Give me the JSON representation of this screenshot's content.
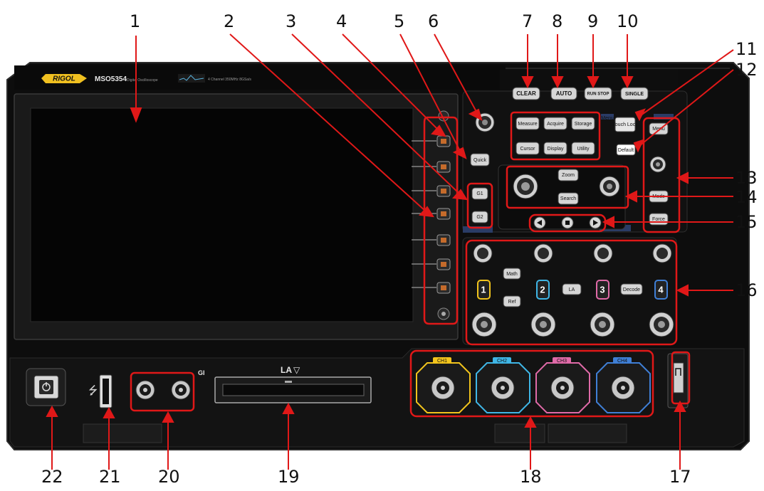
{
  "brand": {
    "logo_text": "RIGOL",
    "model": "MSO5354",
    "tagline": "Digital Oscilloscope",
    "channels_text": "4 Channel 350MHz 8GSa/s"
  },
  "callouts": [
    "1",
    "2",
    "3",
    "4",
    "5",
    "6",
    "7",
    "8",
    "9",
    "10",
    "11",
    "12",
    "13",
    "14",
    "15",
    "16",
    "17",
    "18",
    "19",
    "20",
    "21",
    "22"
  ],
  "buttons": {
    "clear": "CLEAR",
    "auto": "AUTO",
    "run_stop": "RUN STOP",
    "single": "SINGLE",
    "touch_lock": "Touch Lock",
    "menu_title": "Menu",
    "measure": "Measure",
    "acquire": "Acquire",
    "storage": "Storage",
    "cursor": "Cursor",
    "display": "Display",
    "utility": "Utility",
    "quick": "Quick",
    "g1": "G1",
    "g2": "G2",
    "zoom": "Zoom",
    "search": "Search",
    "trigger_menu": "Menu",
    "default": "Default",
    "mode": "Mode",
    "force": "Force",
    "math": "Math",
    "ref": "Ref",
    "ch1": "1",
    "ch2": "2",
    "ch3": "3",
    "ch4": "4",
    "la": "LA",
    "decode": "Decode"
  },
  "inputs": {
    "la_label": "LA",
    "gi_label": "GI",
    "ch_labels": [
      "CH1",
      "CH2",
      "CH3",
      "CH4"
    ]
  },
  "colors": {
    "highlight": "#e01818",
    "ch1": "#f2c41c",
    "ch2": "#3fb6e6",
    "ch3": "#e06aa8",
    "ch4": "#3f7fd6"
  }
}
